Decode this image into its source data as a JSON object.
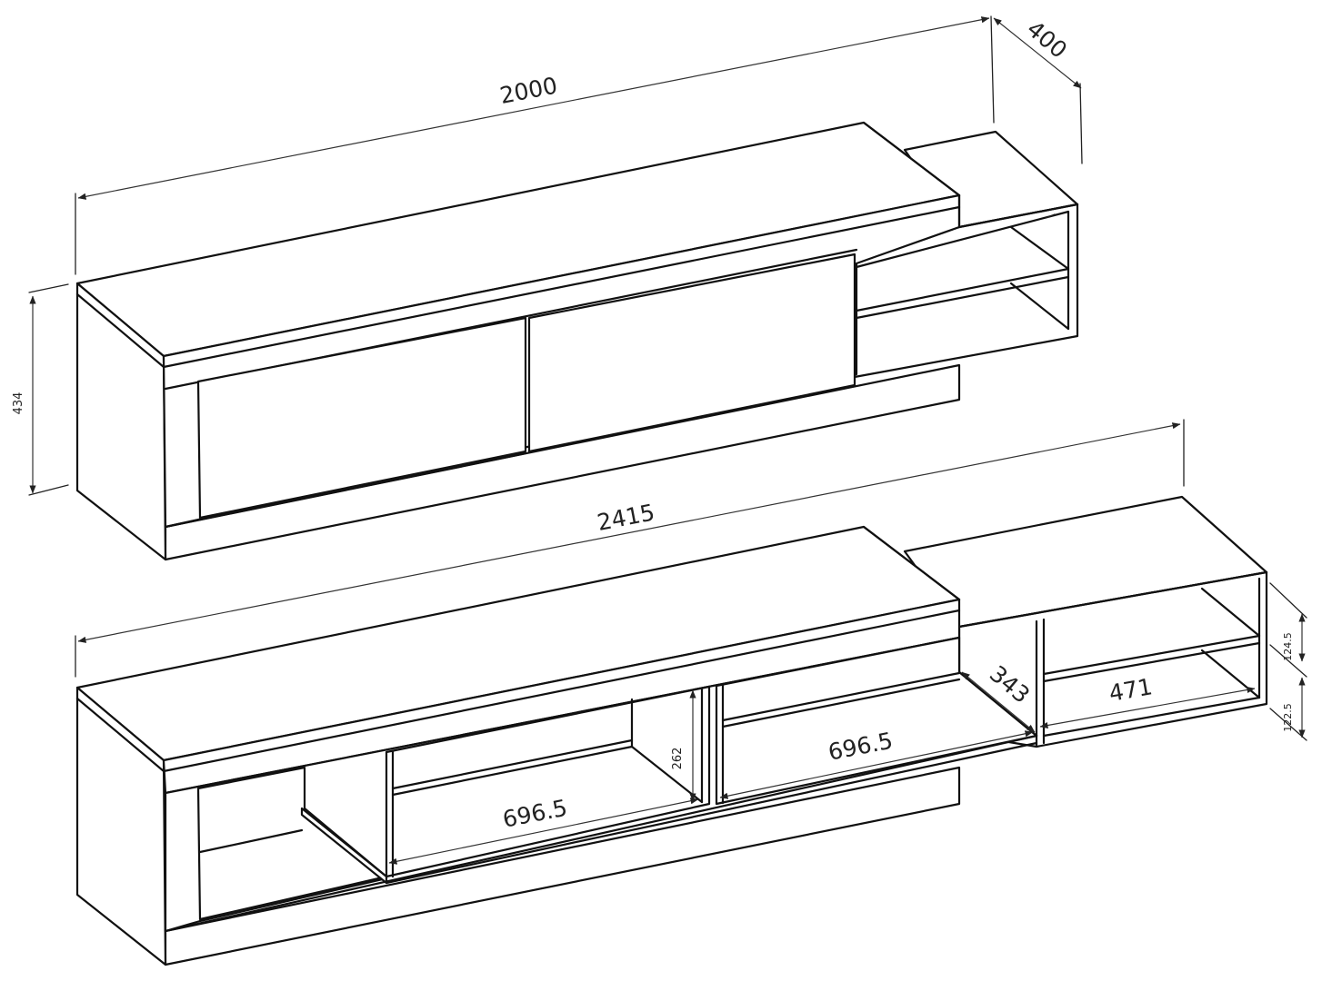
{
  "dimensions": {
    "top_unit": {
      "width": "2000",
      "depth": "400",
      "height": "434"
    },
    "bottom_unit": {
      "width": "2415",
      "left_compartment_width": "696.5",
      "mid_compartment_width": "696.5",
      "shelf_height": "262",
      "side_depth": "343",
      "side_shelf_width": "471",
      "upper_gap": "124.5",
      "lower_gap": "122.5"
    }
  }
}
